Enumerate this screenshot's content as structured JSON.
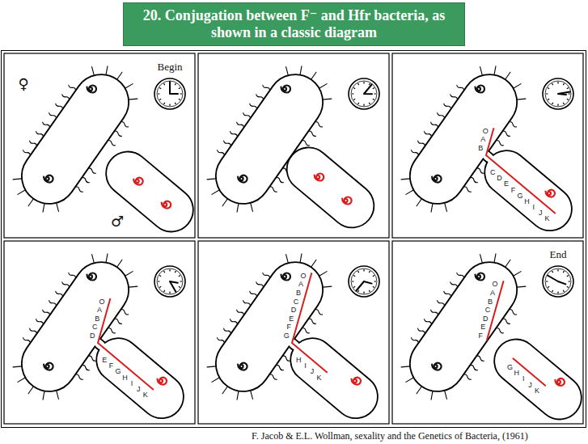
{
  "diagram": {
    "title": "20. Conjugation between F⁻ and Hfr bacteria, as shown in a classic diagram",
    "caption": "F. Jacob & E.L. Wollman, sexality and the Genetics of Bacteria, (1961)",
    "labels": [
      "Begin",
      "♀",
      "♂",
      "O",
      "A",
      "B",
      "C",
      "D",
      "E",
      "F",
      "G",
      "H",
      "I",
      "J",
      "K",
      "O",
      "A",
      "B",
      "C",
      "D",
      "E",
      "F",
      "G",
      "H",
      "I",
      "J",
      "K",
      "O",
      "A",
      "B",
      "C",
      "D",
      "E",
      "F",
      "G",
      "H",
      "I",
      "J",
      "K",
      "End",
      "O",
      "A",
      "B",
      "C",
      "D",
      "E",
      "F",
      "G",
      "H",
      "I",
      "J",
      "K"
    ]
  }
}
